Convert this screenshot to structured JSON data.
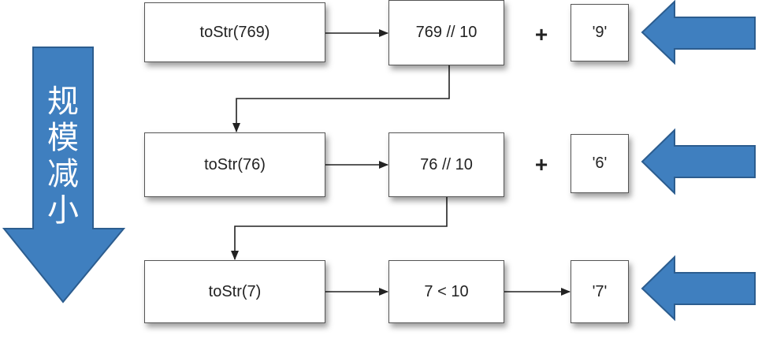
{
  "side_label": "规模减小",
  "rows": [
    {
      "call": "toStr(769)",
      "division": "769 // 10",
      "operator": "+",
      "result": "'9'"
    },
    {
      "call": "toStr(76)",
      "division": "76 // 10",
      "operator": "+",
      "result": "'6'"
    },
    {
      "call": "toStr(7)",
      "division": "7 < 10",
      "result": "'7'"
    }
  ],
  "colors": {
    "arrow_fill": "#3f7fbf",
    "arrow_stroke": "#2c5d8f",
    "box_border": "#555555",
    "connector": "#222222",
    "label_text": "#ffffff"
  }
}
